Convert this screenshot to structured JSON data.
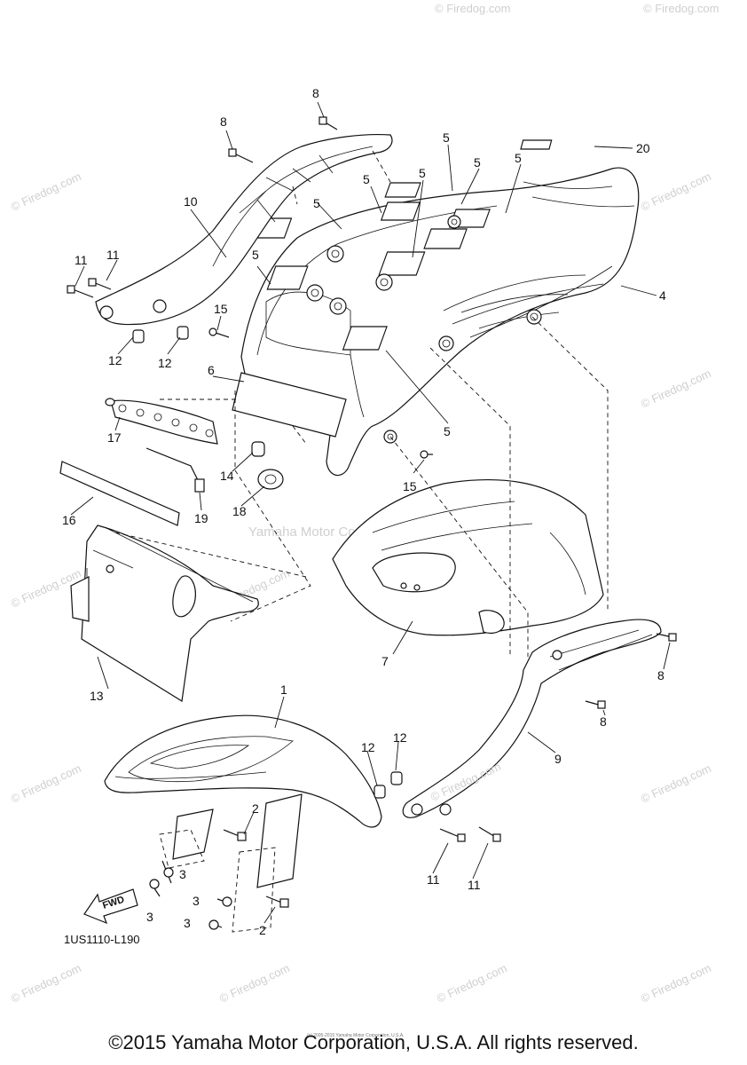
{
  "diagram": {
    "part_code": "1US1110-L190",
    "direction_label": "FWD",
    "watermark_center": "Yamaha Motor Corp. U.S.A.",
    "watermark_small": "© Firedog.com",
    "inline_brand": "© Firedog.com",
    "tiny_notice": "(c) 2005-2015 Yamaha Motor Corporation, U.S.A.",
    "callouts": {
      "c1": "1",
      "c2a": "2",
      "c2b": "2",
      "c3a": "3",
      "c3b": "3",
      "c3c": "3",
      "c3d": "3",
      "c4": "4",
      "c5a": "5",
      "c5b": "5",
      "c5c": "5",
      "c5d": "5",
      "c5e": "5",
      "c5f": "5",
      "c5g": "5",
      "c5h": "5",
      "c6": "6",
      "c7": "7",
      "c8a": "8",
      "c8b": "8",
      "c8c": "8",
      "c8d": "8",
      "c9": "9",
      "c10": "10",
      "c11a": "11",
      "c11b": "11",
      "c11c": "11",
      "c11d": "11",
      "c12a": "12",
      "c12b": "12",
      "c12c": "12",
      "c12d": "12",
      "c13": "13",
      "c14": "14",
      "c15a": "15",
      "c15b": "15",
      "c16": "16",
      "c17": "17",
      "c18": "18",
      "c19": "19",
      "c20": "20"
    }
  },
  "footer": {
    "copyright": "©2015 Yamaha Motor Corporation, U.S.A. All rights reserved."
  }
}
